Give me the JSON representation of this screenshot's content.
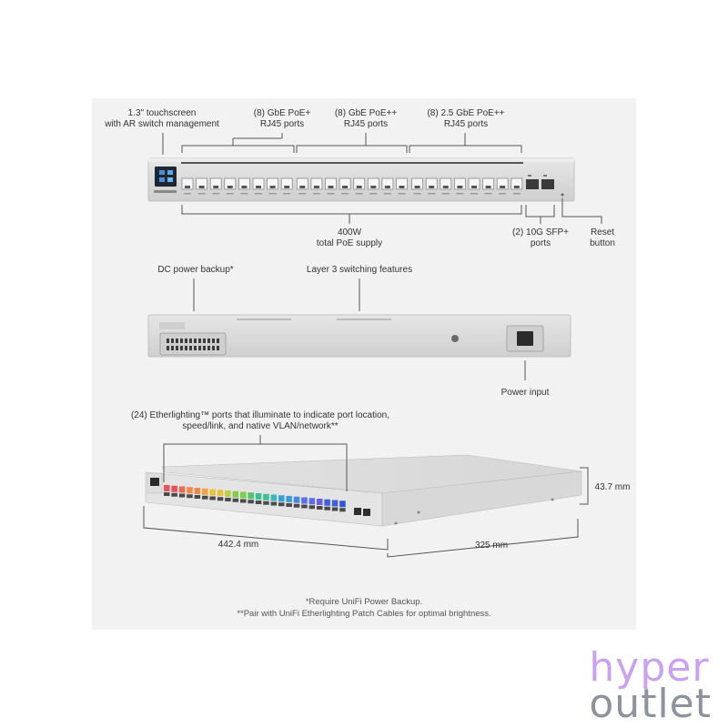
{
  "labels": {
    "touchscreen": [
      "1.3\" touchscreen",
      "with AR switch management"
    ],
    "gbe_poe_plus": [
      "(8) GbE PoE+",
      "RJ45 ports"
    ],
    "gbe_poe_plusplus": [
      "(8) GbE PoE++",
      "RJ45 ports"
    ],
    "gbe25_poe_plusplus": [
      "(8) 2.5 GbE PoE++",
      "RJ45 ports"
    ],
    "poe_supply": [
      "400W",
      "total PoE supply"
    ],
    "sfp": [
      "(2) 10G SFP+",
      "ports"
    ],
    "reset": [
      "Reset",
      "button"
    ],
    "dc_backup": "DC power backup*",
    "layer3": "Layer 3 switching features",
    "power_input": "Power input",
    "etherlighting": [
      "(24) Etherlighting™ ports that illuminate to indicate port location,",
      "speed/link, and native VLAN/network**"
    ],
    "height_dim": "43.7 mm",
    "width_dim": "442.4 mm",
    "depth_dim": "325 mm"
  },
  "footnotes": [
    "*Require UniFi Power Backup.",
    "**Pair with UniFi Etherlighting Patch Cables for optimal brightness."
  ],
  "brand": {
    "line1": "hyper",
    "line2": "outlet"
  },
  "colors": {
    "device_body": "#dcdcdc",
    "port_lights": [
      "#e8505b",
      "#ee6a52",
      "#f0884a",
      "#f2a445",
      "#e7c242",
      "#b9cf44",
      "#7fcc4c",
      "#4cc46a",
      "#3fbf95",
      "#38b6c0",
      "#3a9fd6",
      "#4a86e0",
      "#5a6fe4",
      "#6a5fe2",
      "#3d5fe0",
      "#2f55d8"
    ]
  }
}
